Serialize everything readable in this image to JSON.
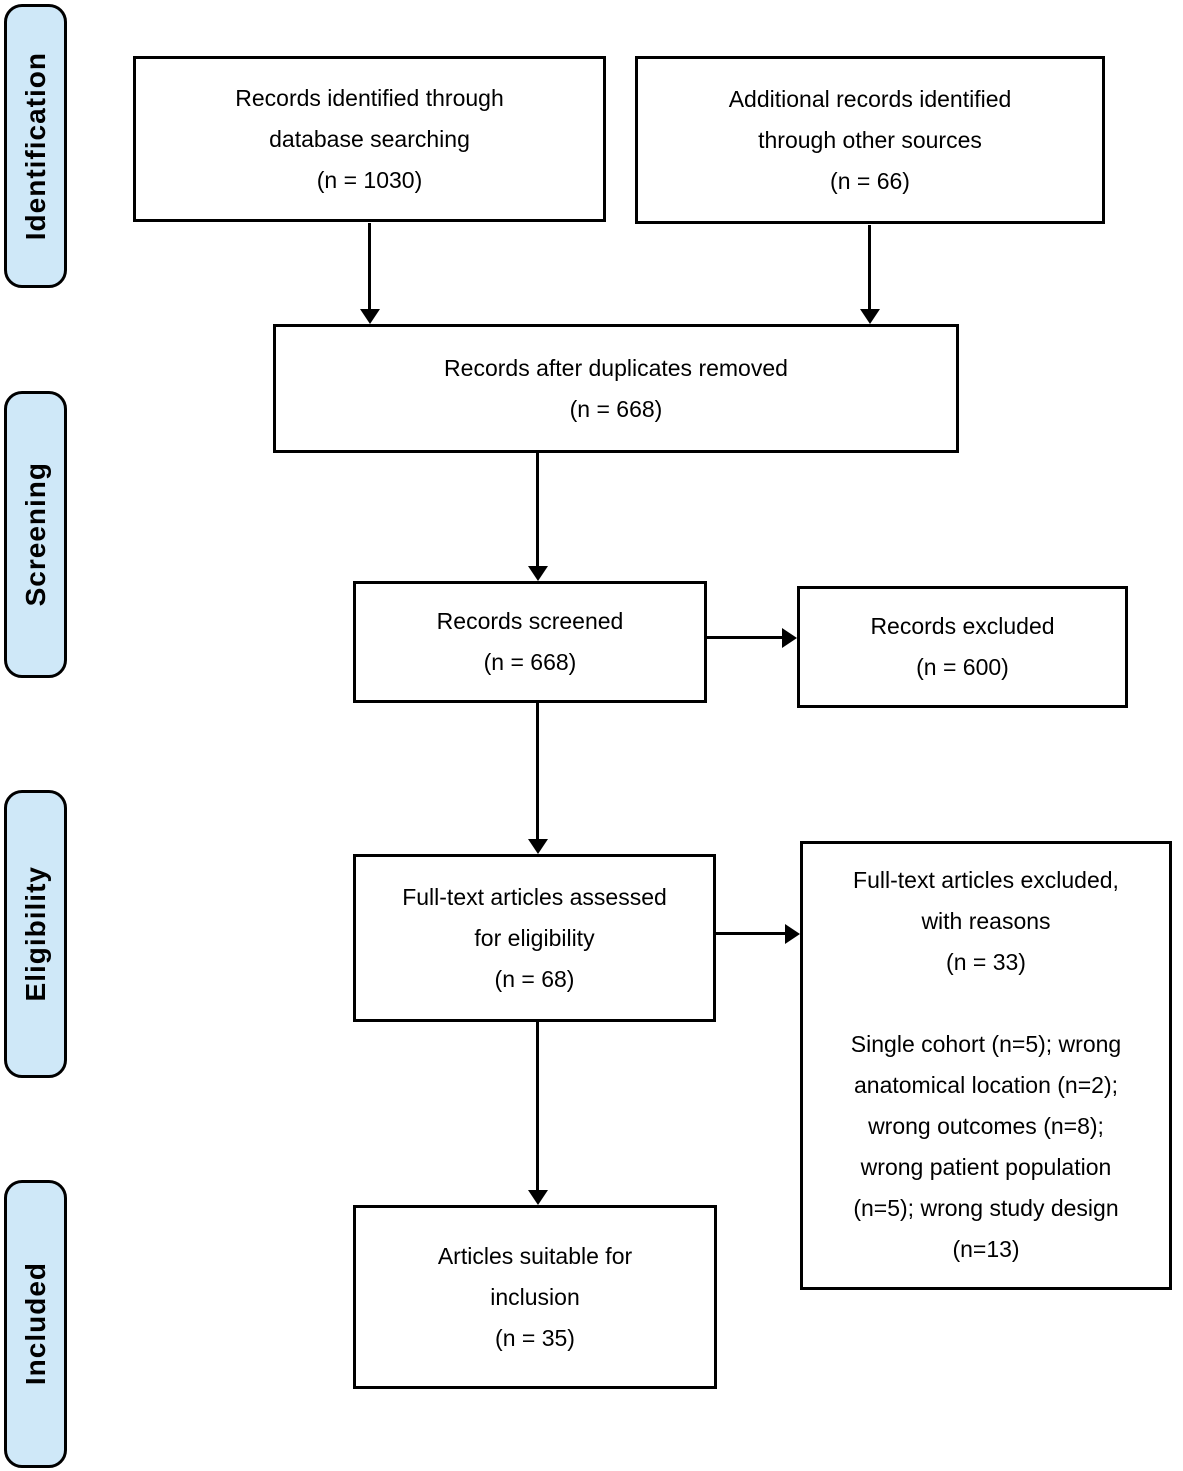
{
  "diagram": {
    "type": "prisma-flow-diagram",
    "stages": [
      {
        "label": "Identification"
      },
      {
        "label": "Screening"
      },
      {
        "label": "Eligibility"
      },
      {
        "label": "Included"
      }
    ],
    "boxes": {
      "identified": {
        "lines": [
          "Records identified through",
          "database searching",
          "(n = 1030)"
        ]
      },
      "additional": {
        "lines": [
          "Additional records identified",
          "through other sources",
          "(n = 66)"
        ]
      },
      "deduplicated": {
        "lines": [
          "Records after duplicates removed",
          "(n = 668)"
        ]
      },
      "screened": {
        "lines": [
          "Records screened",
          "(n = 668)"
        ]
      },
      "excluded": {
        "lines": [
          "Records excluded",
          "(n = 600)"
        ]
      },
      "fulltext": {
        "lines": [
          "Full-text articles assessed",
          "for eligibility",
          "(n = 68)"
        ]
      },
      "fulltext_excluded": {
        "lines": [
          "Full-text articles excluded,",
          "with reasons",
          "(n = 33)"
        ],
        "reasons_lines": [
          "Single cohort (n=5); wrong",
          "anatomical location (n=2);",
          "wrong outcomes (n=8);",
          "wrong patient population",
          "(n=5); wrong study design",
          "(n=13)"
        ]
      },
      "included": {
        "lines": [
          "Articles suitable for",
          "inclusion",
          "(n = 35)"
        ]
      }
    },
    "colors": {
      "stage_fill": "#cfe8f8",
      "stage_border": "#000000",
      "box_fill": "#ffffff",
      "box_border": "#000000",
      "text": "#000000"
    }
  }
}
